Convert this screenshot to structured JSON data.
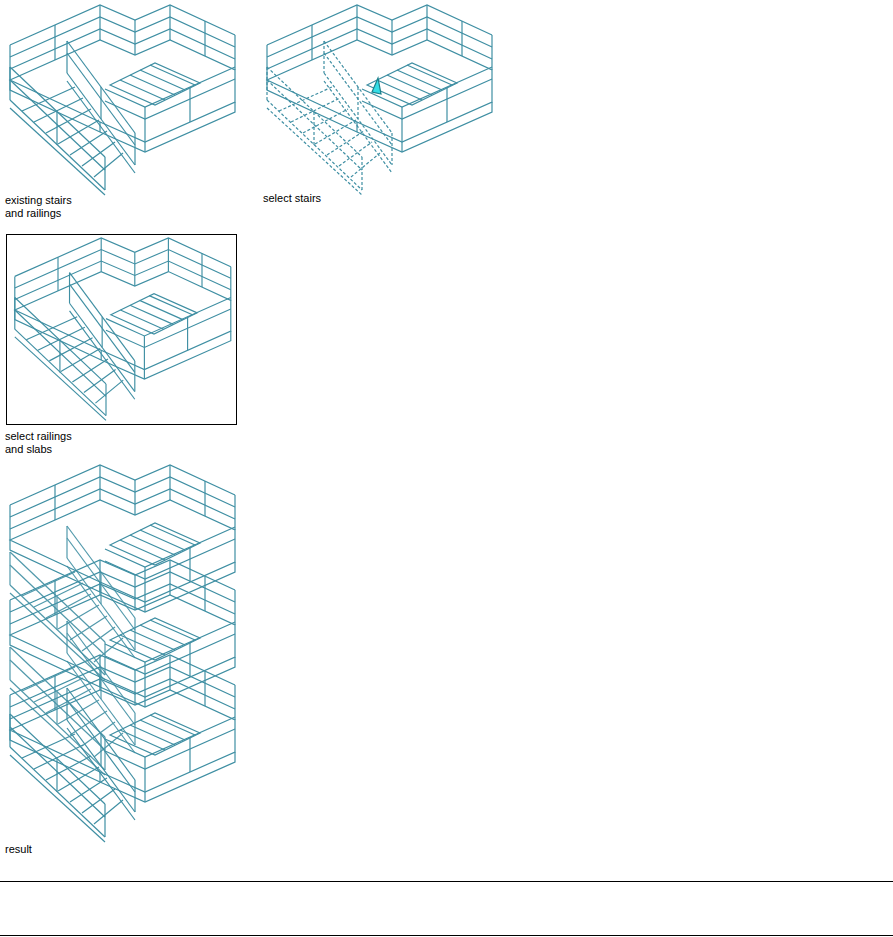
{
  "diagram": {
    "labels": [
      "existing stairs and railings",
      "select stairs",
      "select railings and slabs",
      "result"
    ]
  }
}
